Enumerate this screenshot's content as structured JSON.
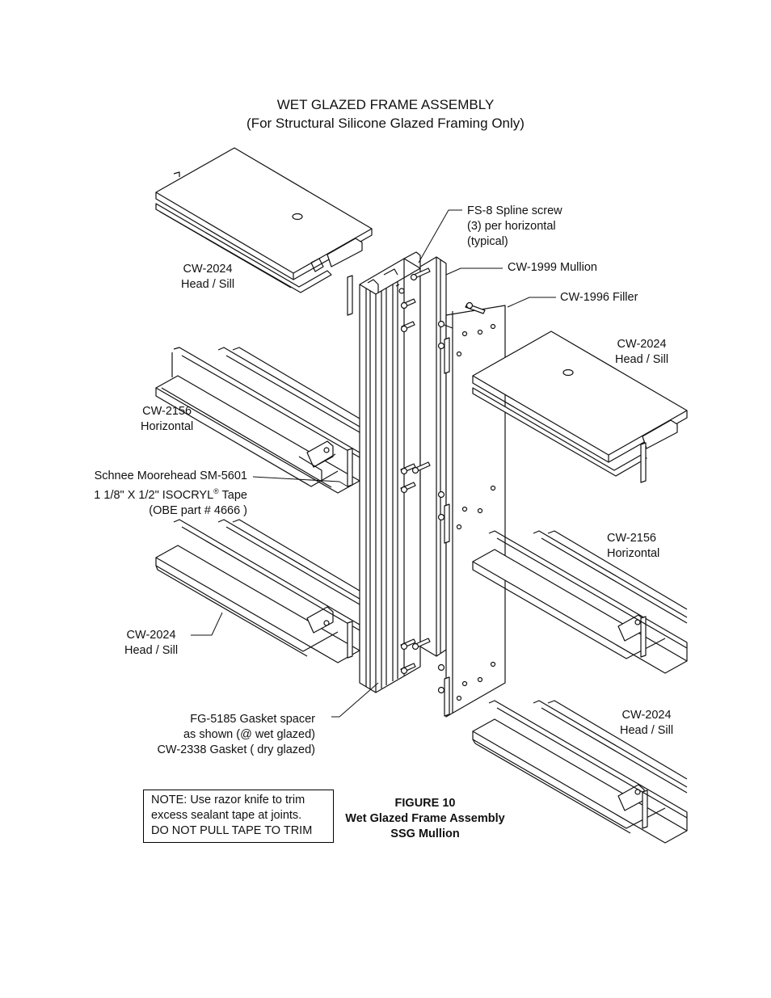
{
  "title": {
    "line1": "WET GLAZED FRAME ASSEMBLY",
    "line2": "(For Structural Silicone Glazed Framing Only)"
  },
  "labels": {
    "spline_screw": [
      "FS-8 Spline screw",
      "(3) per horizontal",
      "(typical)"
    ],
    "mullion": "CW-1999  Mullion",
    "filler": "CW-1996  Filler",
    "head_sill_top_left": [
      "CW-2024",
      "Head / Sill"
    ],
    "head_sill_top_right": [
      "CW-2024",
      "Head / Sill"
    ],
    "horizontal_left": [
      "CW-2156",
      "Horizontal"
    ],
    "horizontal_right": [
      "CW-2156",
      "Horizontal"
    ],
    "tape_line1": "Schnee Moorehead SM-5601",
    "tape_line2_a": "1 1/8\" X 1/2\"  ISOCRYL",
    "tape_line2_reg": "®",
    "tape_line2_b": "  Tape",
    "tape_line3": "(OBE part # 4666 )",
    "head_sill_bottom_left": [
      "CW-2024",
      "Head / Sill"
    ],
    "head_sill_bottom_right": [
      "CW-2024",
      "Head / Sill"
    ],
    "gasket": [
      "FG-5185 Gasket spacer",
      "as shown (@ wet glazed)",
      "CW-2338 Gasket ( dry glazed)"
    ]
  },
  "note": [
    "NOTE: Use razor knife to trim",
    "excess sealant tape at joints.",
    "DO NOT PULL TAPE TO TRIM"
  ],
  "figure": [
    "FIGURE 10",
    "Wet Glazed Frame Assembly",
    "SSG Mullion"
  ]
}
